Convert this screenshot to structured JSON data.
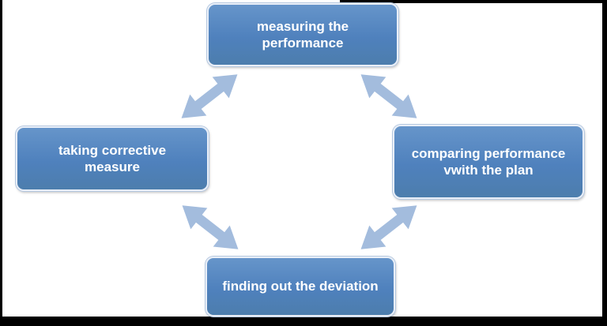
{
  "diagram": {
    "title": "control-process-cycle",
    "type": "cycle",
    "nodes": [
      {
        "id": "top",
        "label": "measuring the performance"
      },
      {
        "id": "right",
        "label": "comparing performance vwith the plan"
      },
      {
        "id": "bottom",
        "label": "finding out the deviation"
      },
      {
        "id": "left",
        "label": "taking corrective measure"
      }
    ],
    "connections": [
      {
        "from": "left",
        "to": "top",
        "style": "double-arrow"
      },
      {
        "from": "top",
        "to": "right",
        "style": "double-arrow"
      },
      {
        "from": "right",
        "to": "bottom",
        "style": "double-arrow"
      },
      {
        "from": "bottom",
        "to": "left",
        "style": "double-arrow"
      }
    ],
    "colors": {
      "node_fill": "#4f81bd",
      "node_fill_light": "#6695ca",
      "node_border": "#e9eff8",
      "node_text": "#ffffff",
      "arrow_fill": "#a3bcdd",
      "arrow_outline": "#ffffff",
      "frame": "#000000",
      "background": "#ffffff"
    }
  }
}
